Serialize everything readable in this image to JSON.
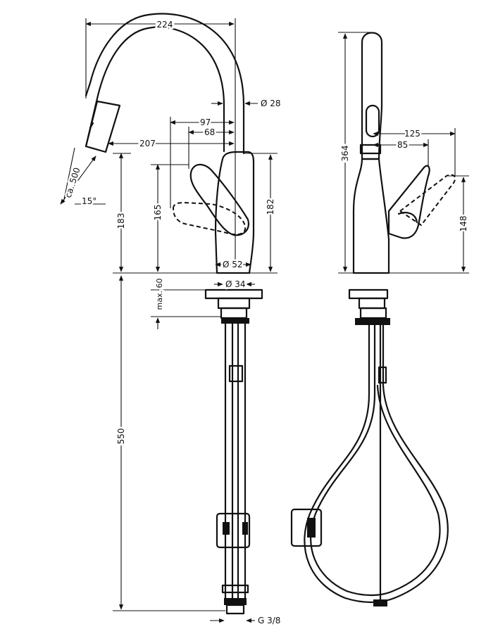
{
  "dimensions": {
    "spout_reach": "224",
    "spout_diameter": "Ø 28",
    "lever_reach_97": "97",
    "lever_reach_68": "68",
    "spray_reach": "207",
    "hose_length": "ca. 500",
    "spray_angle": "15°",
    "spout_height": "183",
    "lever_height": "165",
    "body_height": "182",
    "base_diameter": "Ø 52",
    "shank_diameter": "Ø 34",
    "max_thickness": "max. 60",
    "hose_down_length": "550",
    "connection_thread": "G 3/8",
    "total_height": "364",
    "lever_side_125": "125",
    "lever_side_85": "85",
    "lever_side_height": "148"
  }
}
